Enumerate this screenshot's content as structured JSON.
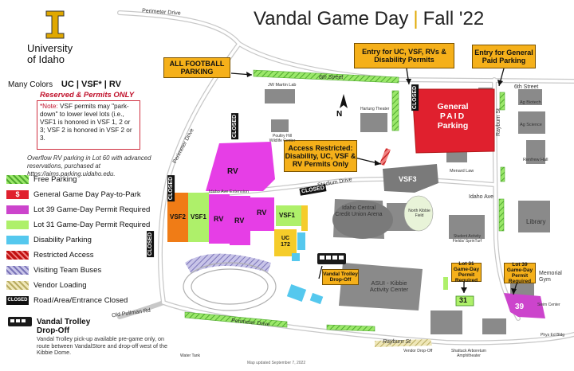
{
  "title": {
    "main": "Vandal Game Day",
    "season": "Fall '22"
  },
  "university": {
    "line1": "University",
    "line2": "of Idaho"
  },
  "permits": {
    "prefix": "Many Colors",
    "codes": "UC | VSF* | RV",
    "star": "*",
    "reserved": "Reserved & Permits ONLY"
  },
  "note": {
    "label": "*Note:",
    "text": " VSF permits may \"park-down\" to lower level lots (i.e., VSF1 is honored in VSF 1, 2 or 3; VSF 2 is honored in VSF 2 or 3."
  },
  "overflow_note": "Overflow RV parking in Lot 60 with advanced reservations, purchased at https://aims.parking.uidaho.edu.",
  "legend": [
    {
      "label": "Free Parking",
      "color": "#7ed957",
      "style": "hatch"
    },
    {
      "label": "General Game Day Pay-to-Park",
      "color": "#e0202e",
      "style": "dollar",
      "symbol": "$"
    },
    {
      "label": "Lot 39 Game-Day Permit Required",
      "color": "#cc44cc",
      "style": "solid"
    },
    {
      "label": "Lot 31 Game-Day Permit Required",
      "color": "#aef06a",
      "style": "solid"
    },
    {
      "label": "Disability Parking",
      "color": "#55c8ee",
      "style": "solid"
    },
    {
      "label": "Restricted Access",
      "color": "#d2191e",
      "style": "hatch"
    },
    {
      "label": "Visiting Team Buses",
      "color": "#9b97c9",
      "style": "hatch"
    },
    {
      "label": "Vendor Loading",
      "color": "#d9cf8e",
      "style": "hatch"
    },
    {
      "label": "Road/Area/Entrance Closed",
      "color": "#111111",
      "style": "closed",
      "symbol": "CLOSED"
    }
  ],
  "trolley": {
    "title1": "Vandal Trolley",
    "title2": "Drop-Off",
    "description": "Vandal Trolley pick-up available pre-game only, on route between VandalStore and drop-off west of the Kibbie Dome."
  },
  "callouts": {
    "all_football": "ALL FOOTBALL PARKING",
    "entry_uc": "Entry for UC, VSF, RVs & Disability Permits",
    "entry_general": "Entry for General Paid Parking",
    "access_restricted": "Access Restricted: Disability, UC, VSF & RV Permits Only",
    "trolley_dropoff": "Vandal Trolley Drop-Off",
    "lot31": "Lot 31 Game-Day Permit Required",
    "lot39": "Lot 39 Game-Day Permit Required"
  },
  "lots": {
    "general": [
      "General",
      "PAID",
      "Parking"
    ],
    "rv_top": "RV",
    "vsf2": "VSF2",
    "vsf1a": "VSF1",
    "rv1": "RV",
    "rv2": "RV",
    "rv3": "RV",
    "vsf1b": "VSF1",
    "uc172": "UC 172",
    "vsf3": "VSF3",
    "lot31": "31",
    "lot39": "39"
  },
  "streets": {
    "perimeter_top": "Perimeter Drive",
    "perimeter_left": "Perimeter Drive",
    "perimeter_bottom": "Perimeter Drive",
    "sixth": "6th Street",
    "sixth_right": "6th Street",
    "stadium": "Stadium Drive",
    "idaho_ext": "Idaho Ave Extension",
    "idaho": "Idaho Ave",
    "rayburn": "Rayburn St",
    "rayburn_bottom": "Rayburn St",
    "old_pullman": "Old Pullman Rd"
  },
  "buildings": {
    "jw_martin": "JW Martin Lab",
    "poultry": "Poultry Hill Wildlife Center",
    "hartung": "Hartung Theater",
    "menard": "Menard Law",
    "ag_biotech": "Ag Biotech",
    "ag_science": "Ag Science",
    "renfrew": "Renfrew Hall",
    "library": "Library",
    "icccu": "Idaho Central Credit Union Arena",
    "kibbie_field": "North Kibbie Field",
    "student_activity": "Student Activity Fields/ SprinTurf",
    "asui": "ASUI - Kibbie Activity Center",
    "memorial_gym": "Memorial Gym",
    "swim": "Swim Center",
    "phys_ed": "Phys Ed Bldg",
    "shattuck": "Shattuck Arboretum Amphitheater",
    "vendor_dropoff": "Vendor Drop-Off",
    "water_tank": "Water Tank"
  },
  "closed_label": "CLOSED",
  "north": "N",
  "footer": "Map updated September 7, 2022",
  "colors": {
    "paid": "#e0202e",
    "rv": "#e63ee6",
    "vsf2": "#f07c16",
    "vsf1": "#aef06a",
    "uc": "#f5cc2a",
    "callout": "#f5b01a",
    "building": "#8a8a8a",
    "accent": "#e0a800"
  }
}
